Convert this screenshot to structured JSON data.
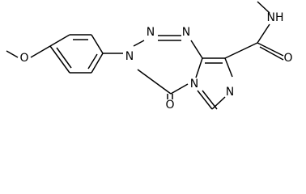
{
  "structure": {
    "atoms": {
      "o_methoxy": "O",
      "n2": "N",
      "n3": "N",
      "n_aryl": "N",
      "o_carbonyl": "O",
      "n_bridge": "N",
      "n_imidazole": "N",
      "nh_amide": "NH",
      "o_amide": "O"
    },
    "colors": {
      "bond": "#000000",
      "label": "#000000",
      "background": "#ffffff"
    }
  }
}
